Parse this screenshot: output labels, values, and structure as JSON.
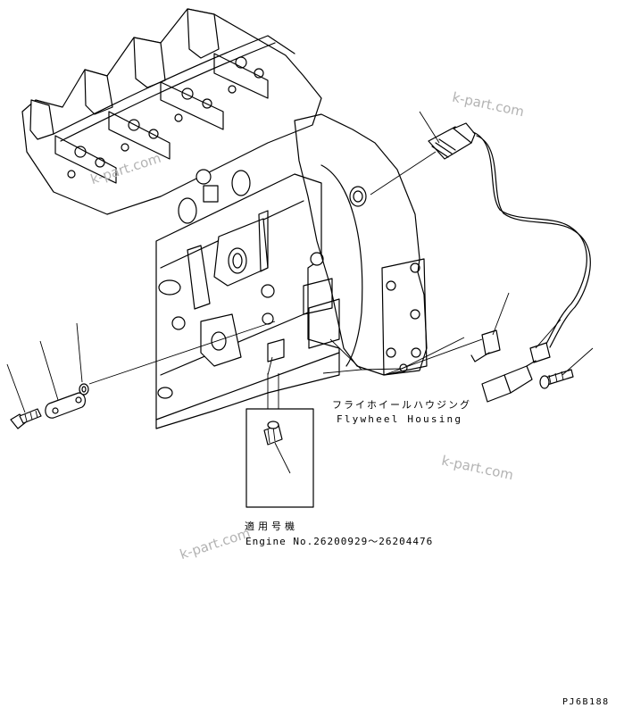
{
  "labels": {
    "flywheel_housing_jp": "フライホイールハウジング",
    "flywheel_housing_en": "Flywheel Housing",
    "applicable_serial_jp": "適用号機",
    "engine_serial": "Engine No.26200929～26204476",
    "figure_code": "PJ6B188"
  },
  "watermarks": [
    "k-part.com",
    "k-part.com",
    "k-part.com",
    "k-part.com"
  ]
}
